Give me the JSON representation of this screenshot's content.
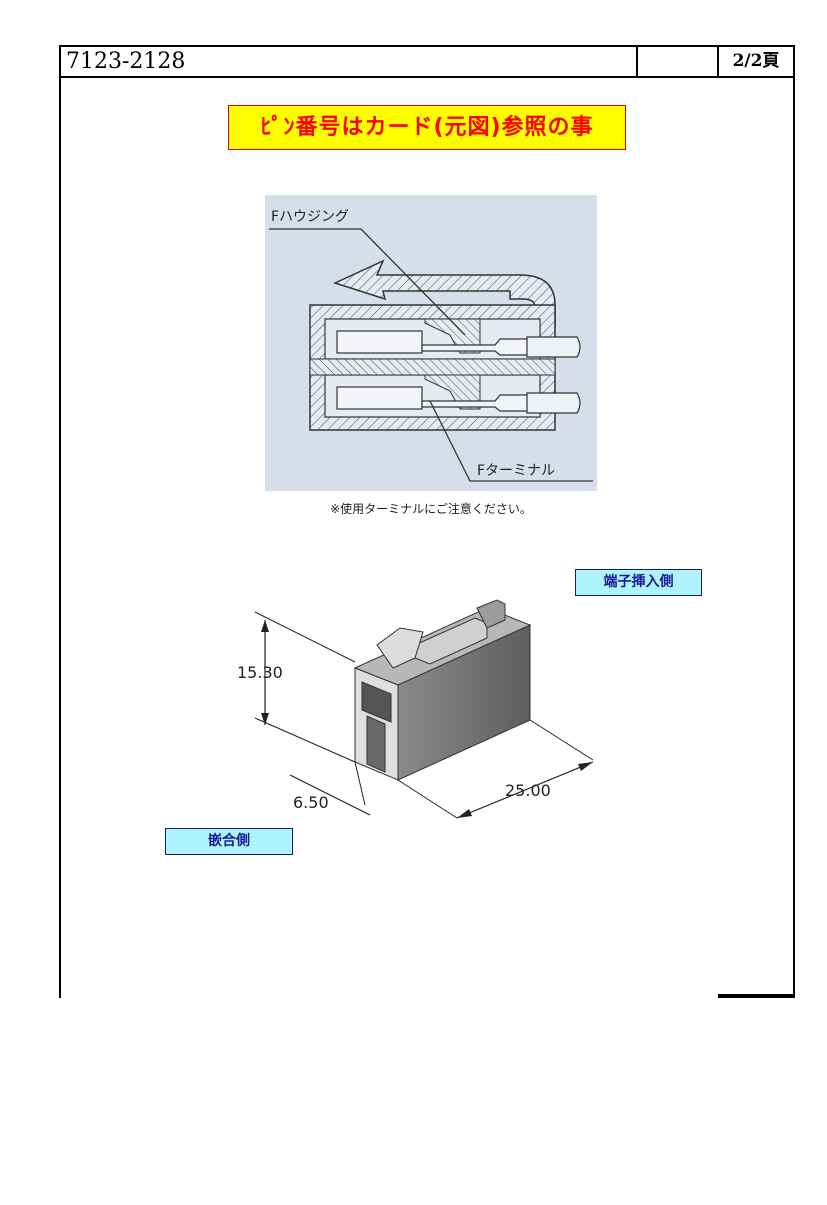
{
  "header": {
    "part_number": "7123-2128",
    "blank_cell": "",
    "page": "2/2頁"
  },
  "notice": {
    "text": "ﾋﾟﾝ番号はカード(元図)参照の事",
    "background": "#ffff00",
    "text_color": "#ff0000"
  },
  "section_drawing": {
    "label_housing": "Fハウジング",
    "label_terminal": "Fターミナル",
    "caption": "※使用ターミナルにご注意ください。",
    "background": "#d6dfe9"
  },
  "iso_drawing": {
    "dim_height": "15.30",
    "dim_width": "6.50",
    "dim_length": "25.00"
  },
  "tags": {
    "insert_side": "端子挿入側",
    "mating_side": "嵌合側",
    "background": "#aef4ff"
  }
}
